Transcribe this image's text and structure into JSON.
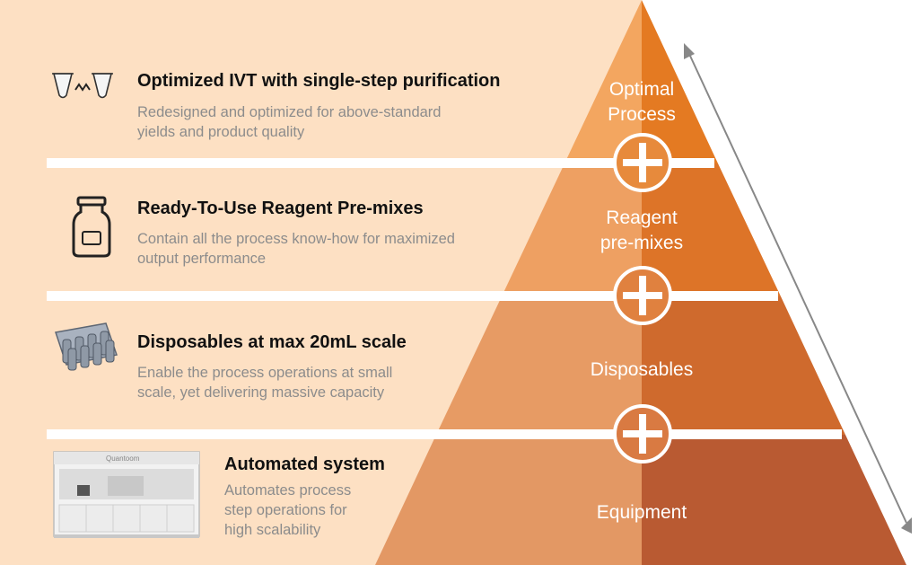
{
  "colors": {
    "background_band": "#fde0c3",
    "pyramid_light": "#f3a15e",
    "pyramid_dark": "#e27a22",
    "plus_fill": "#e78a3c",
    "title_text": "#111111",
    "desc_text": "#8c8c8c",
    "divider": "#ffffff"
  },
  "rows": [
    {
      "title": "Optimized IVT with single-step purification",
      "desc_lines": [
        "Redesigned and optimized for above-standard",
        "yields and product quality"
      ],
      "icon": "tubes-icon"
    },
    {
      "title": "Ready-To-Use Reagent Pre-mixes",
      "desc_lines": [
        "Contain all the process know-how for maximized",
        "output performance"
      ],
      "icon": "bottle-icon"
    },
    {
      "title": "Disposables at max 20mL scale",
      "desc_lines": [
        "Enable the process operations at small",
        "scale, yet delivering massive capacity"
      ],
      "icon": "disposables-tray-icon"
    },
    {
      "title": "Automated system",
      "desc_lines": [
        "Automates process",
        "step operations for",
        "high scalability"
      ],
      "icon": "machine-icon",
      "machine_brand": "Quantoom"
    }
  ],
  "pyramid": {
    "tiers": [
      {
        "label_lines": [
          "Optimal",
          "Process"
        ]
      },
      {
        "label_lines": [
          "Reagent",
          "pre-mixes"
        ]
      },
      {
        "label_lines": [
          "Disposables"
        ]
      },
      {
        "label_lines": [
          "Equipment"
        ]
      }
    ],
    "plus_symbol": "plus-circle-icon",
    "arrow": "double-arrow-icon"
  }
}
